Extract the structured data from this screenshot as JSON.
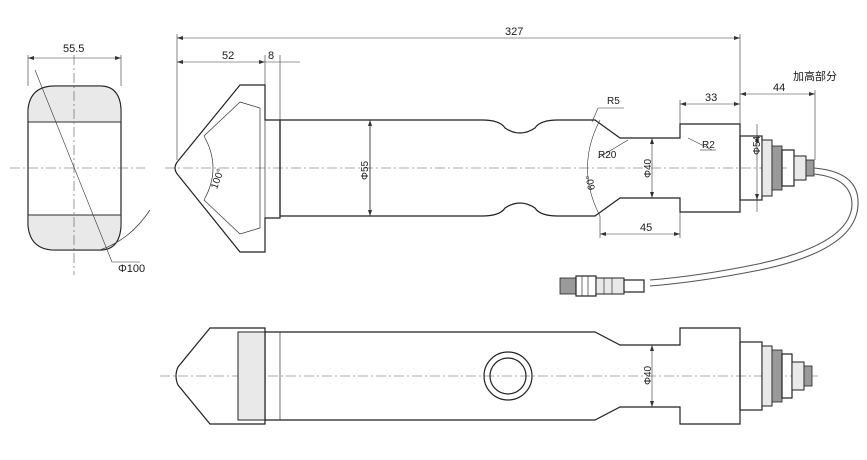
{
  "dimensions": {
    "overall_length": "327",
    "front_view_width": "55.5",
    "head_length": "52",
    "flange_thickness": "8",
    "body_diameter": "Φ55",
    "neck_diameter": "Φ40",
    "end_diameter": "Φ54",
    "end_cap_length": "33",
    "extension_length": "44",
    "extension_label": "加高部分",
    "radius_small": "R5",
    "radius_large": "R20",
    "radius_corner": "R2",
    "neck_length": "45",
    "head_angle": "100°",
    "neck_angle": "60°",
    "front_arc": "Φ100",
    "bottom_neck_diameter": "Φ40"
  },
  "colors": {
    "line": "#222222",
    "shade": "#e9e9e9",
    "dark": "#9a9a9a"
  }
}
